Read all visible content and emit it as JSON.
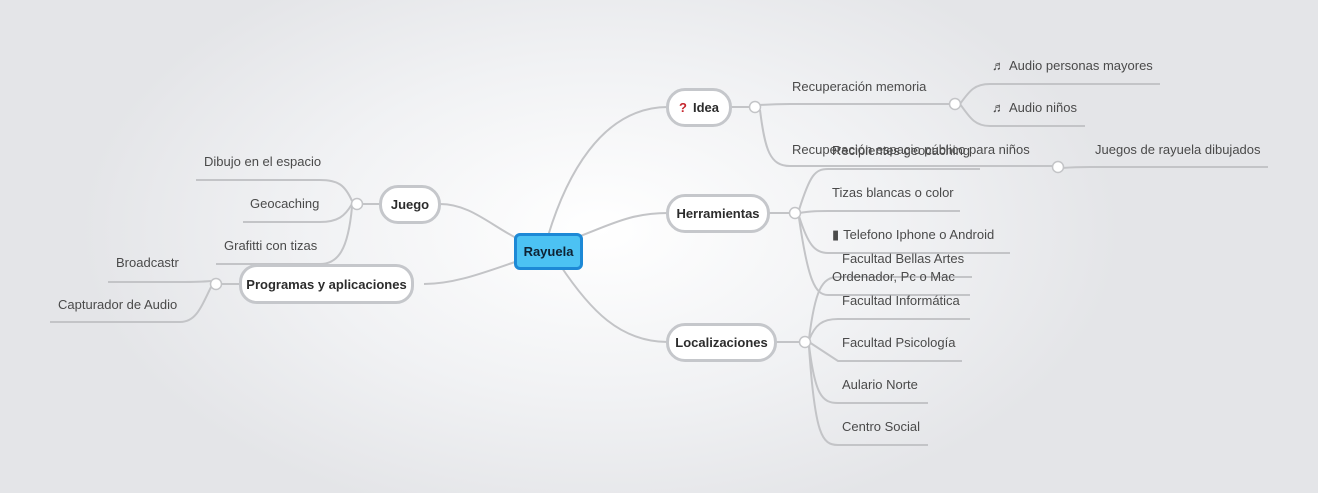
{
  "root": "Rayuela",
  "left": {
    "juego": {
      "label": "Juego",
      "children": [
        "Dibujo en el espacio",
        "Geocaching",
        "Grafitti con tizas"
      ]
    },
    "programas": {
      "label": "Programas y aplicaciones",
      "children": [
        "Broadcastr",
        "Capturador de Audio"
      ]
    }
  },
  "right": {
    "idea": {
      "icon": "question-mark-icon",
      "icon_glyph": "?",
      "label": "Idea",
      "memoria": {
        "label": "Recuperación memoria",
        "children": [
          {
            "icon": "music-note-icon",
            "glyph": "♬",
            "label": "Audio personas mayores"
          },
          {
            "icon": "music-note-icon",
            "glyph": "♬",
            "label": "Audio niños"
          }
        ]
      },
      "espacio": {
        "label_back": "Recuperación espacio público para niños",
        "label_front": "Recipientes geocaching",
        "children": [
          "Juegos de rayuela dibujados"
        ]
      }
    },
    "herramientas": {
      "label": "Herramientas",
      "children": [
        {
          "label": "Tizas blancas o color"
        },
        {
          "icon": "phone-icon",
          "glyph": "▮",
          "label": "Telefono Iphone o Android"
        },
        {
          "label": "Ordenador, Pc o Mac"
        }
      ]
    },
    "localizaciones": {
      "label": "Localizaciones",
      "children": [
        "Facultad Bellas Artes",
        "Facultad Informática",
        "Facultad Psicología",
        "Aulario Norte",
        "Centro Social"
      ]
    }
  },
  "colors": {
    "root_fill": "#4cc2f3",
    "root_border": "#1d89d6",
    "node_border": "#c5c7cb",
    "line": "#c3c4c7"
  }
}
